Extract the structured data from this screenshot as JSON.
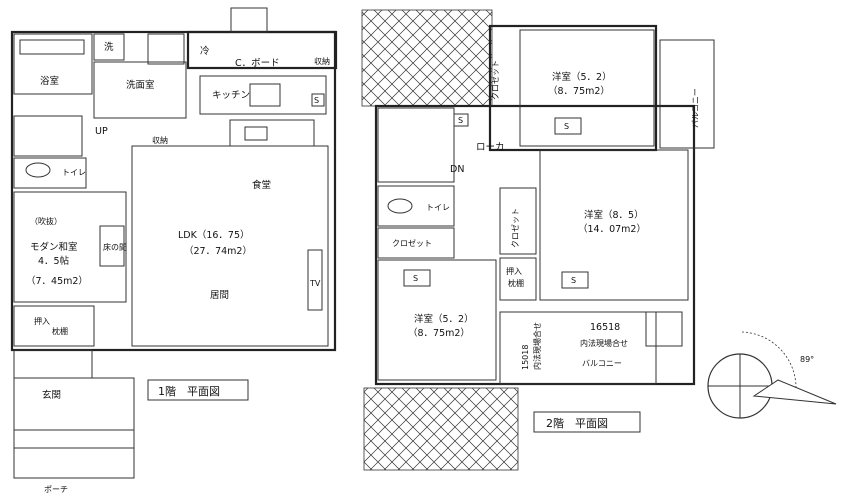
{
  "floor1": {
    "title": "1階　平面図",
    "rooms": {
      "wash": "洗",
      "fridge": "冷",
      "bath": "浴室",
      "washroom": "洗面室",
      "cboard": "C．ボード",
      "storage_top": "収納",
      "kitchen": "キッチン",
      "up": "UP",
      "storage_mid": "収納",
      "toilet": "トイレ",
      "dining": "食堂",
      "ldk_line1": "LDK（16．75）",
      "ldk_line2": "（27．74m2）",
      "living": "居間",
      "tv": "TV",
      "fukiage": "（吹抜）",
      "washitsu_line1": "モダン和室",
      "washitsu_line2": "4．5帖",
      "washitsu_area": "（7．45m2）",
      "tokonoma": "床の間",
      "oshiire": "押入",
      "tenbukuro": "枕棚",
      "genkan": "玄関",
      "porch": "ポーチ",
      "s_mark": "S"
    }
  },
  "floor2": {
    "title": "2階　平面図",
    "rooms": {
      "closet_top": "クロゼット",
      "room_a_line1": "洋室（5．2）",
      "room_a_line2": "（8．75m2）",
      "balcony_right": "バルコニー",
      "s_mark": "S",
      "roka": "ローカ",
      "dn": "DN",
      "toilet": "トイレ",
      "closet_mid": "クロゼット",
      "closet_mid2": "クロゼット",
      "room_b_line1": "洋室（8．5）",
      "room_b_line2": "（14．07m2）",
      "oshiire": "押入",
      "tenbukuro": "枕棚",
      "room_c_line1": "洋室（5．2）",
      "room_c_line2": "（8．75m2）",
      "dim_a": "15018",
      "dim_b": "16518",
      "note_a": "内法現場合せ",
      "note_b": "内法現場合せ",
      "balcony_bottom": "バルコニー"
    }
  },
  "compass": {
    "angle_label": "89°"
  }
}
